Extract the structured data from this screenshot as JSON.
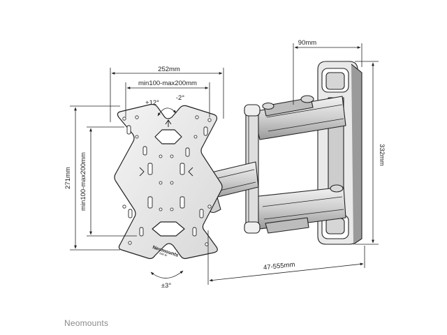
{
  "dimensions": {
    "plate_width": "252mm",
    "vesa_horizontal": "min100-max200mm",
    "tilt_up": "+12°",
    "tilt_down": "-2°",
    "plate_height": "271mm",
    "vesa_vertical": "min100-max200mm",
    "depth_closed": "90mm",
    "wall_plate_height": "332mm",
    "extension": "47-555mm",
    "rotation": "±3°"
  },
  "plate_logo": {
    "name": "Neomounts",
    "sub": "NM-W"
  },
  "brand": {
    "name": "Neomounts"
  },
  "colors": {
    "line": "#222222",
    "metal_light": "#e6e6e6",
    "metal_mid": "#c8c8c8",
    "metal_dark": "#8e8e8e",
    "brand_gray": "#8a8a8a"
  }
}
